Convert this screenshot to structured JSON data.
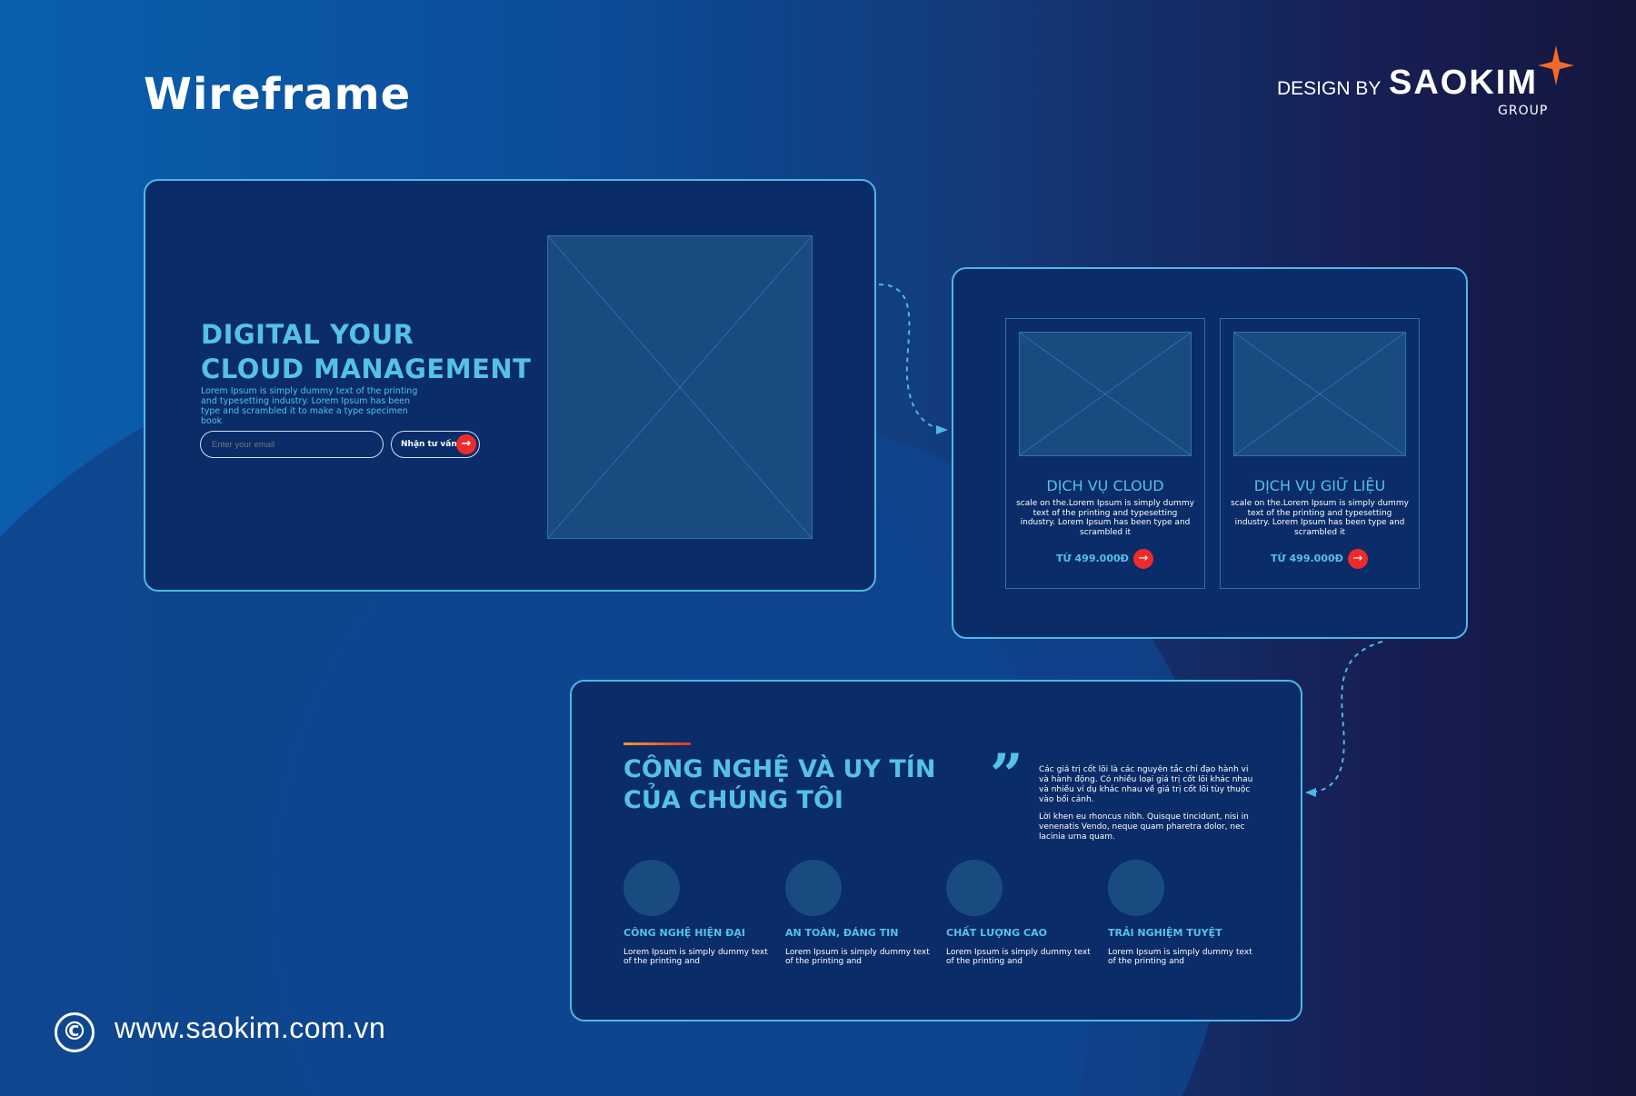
{
  "header": {
    "title": "Wireframe",
    "design_by": "DESIGN BY",
    "brand": "SAOKIM",
    "brand_sub": "GROUP"
  },
  "hero": {
    "headline_1": "DIGITAL YOUR",
    "headline_2": "CLOUD MANAGEMENT",
    "lead": "Lorem Ipsum is simply dummy text of the printing and typesetting industry. Lorem Ipsum has been  type and scrambled it to make a type specimen book",
    "email_placeholder": "Enter your email",
    "cta_label": "Nhận tư vấn"
  },
  "services": [
    {
      "title": "DỊCH VỤ CLOUD",
      "desc": "scale on the.Lorem Ipsum is simply dummy text of the printing and typesetting industry. Lorem Ipsum has been  type and scrambled it",
      "price": "TỪ 499.000Đ"
    },
    {
      "title": "DỊCH VỤ GIỮ LIỆU",
      "desc": "scale on the.Lorem Ipsum is simply dummy text of the printing and typesetting industry. Lorem Ipsum has been  type and scrambled it",
      "price": "TỪ 499.000Đ"
    }
  ],
  "about": {
    "heading_1": "CÔNG NGHỆ VÀ UY TÍN",
    "heading_2": "CỦA CHÚNG TÔI",
    "quote_1": "Các giá trị cốt lõi là các nguyên tắc chỉ đạo hành vi và hành động. Có nhiều loại giá trị cốt lõi khác nhau và nhiều ví dụ khác nhau về giá trị cốt lõi tùy thuộc vào bối cảnh.",
    "quote_2": "Lời khen eu rhoncus nibh. Quisque tincidunt, nisi in venenatis Vendo, neque quam pharetra dolor, nec lacinia urna quam.",
    "features": [
      {
        "label": "CÔNG NGHỆ HIỆN ĐẠI",
        "desc": "Lorem Ipsum is simply dummy text of the printing and"
      },
      {
        "label": "AN TOÀN, ĐÁNG TIN",
        "desc": "Lorem Ipsum is simply dummy text of the printing and"
      },
      {
        "label": "CHẤT LƯỢNG CAO",
        "desc": "Lorem Ipsum is simply dummy text of the printing and"
      },
      {
        "label": "TRẢI NGHIỆM TUYỆT",
        "desc": "Lorem Ipsum is simply dummy text of the printing and"
      }
    ]
  },
  "footer": {
    "copyright_symbol": "©",
    "url": "www.saokim.com.vn"
  },
  "colors": {
    "accent": "#55c1ea",
    "panel": "#0a2c68",
    "cta": "#ee2b2b",
    "border": "#4fb7e6"
  }
}
